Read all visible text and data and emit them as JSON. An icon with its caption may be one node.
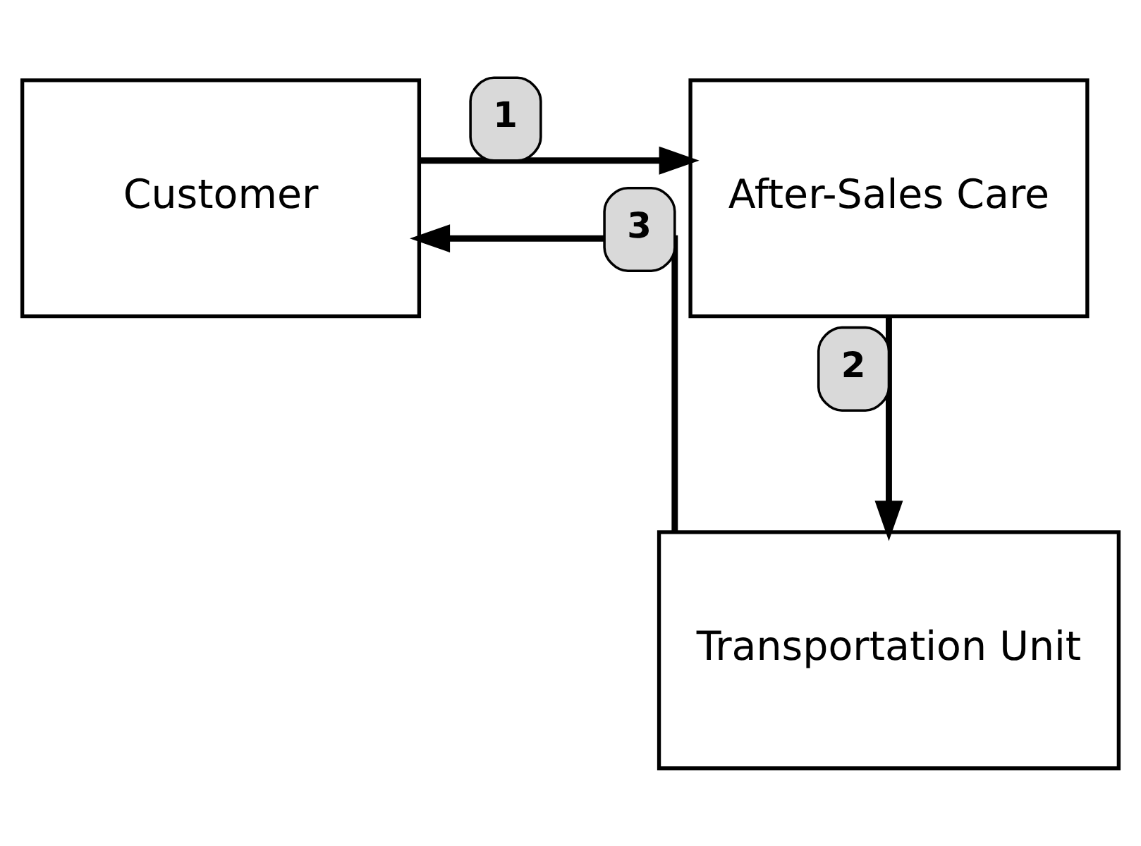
{
  "diagram": {
    "nodes": [
      {
        "text": [
          "Customer"
        ]
      },
      {
        "text": [
          "After-Sales Care"
        ]
      },
      {
        "text": [
          "Transportation Unit"
        ]
      }
    ],
    "edges": [
      {
        "from": 0,
        "to": 1,
        "arrow": "to",
        "label": "1"
      },
      {
        "from": 1,
        "to": 2,
        "arrow": "to",
        "label": "2"
      },
      {
        "from": 2,
        "to": 0,
        "arrow": "to",
        "label": "3"
      }
    ]
  }
}
